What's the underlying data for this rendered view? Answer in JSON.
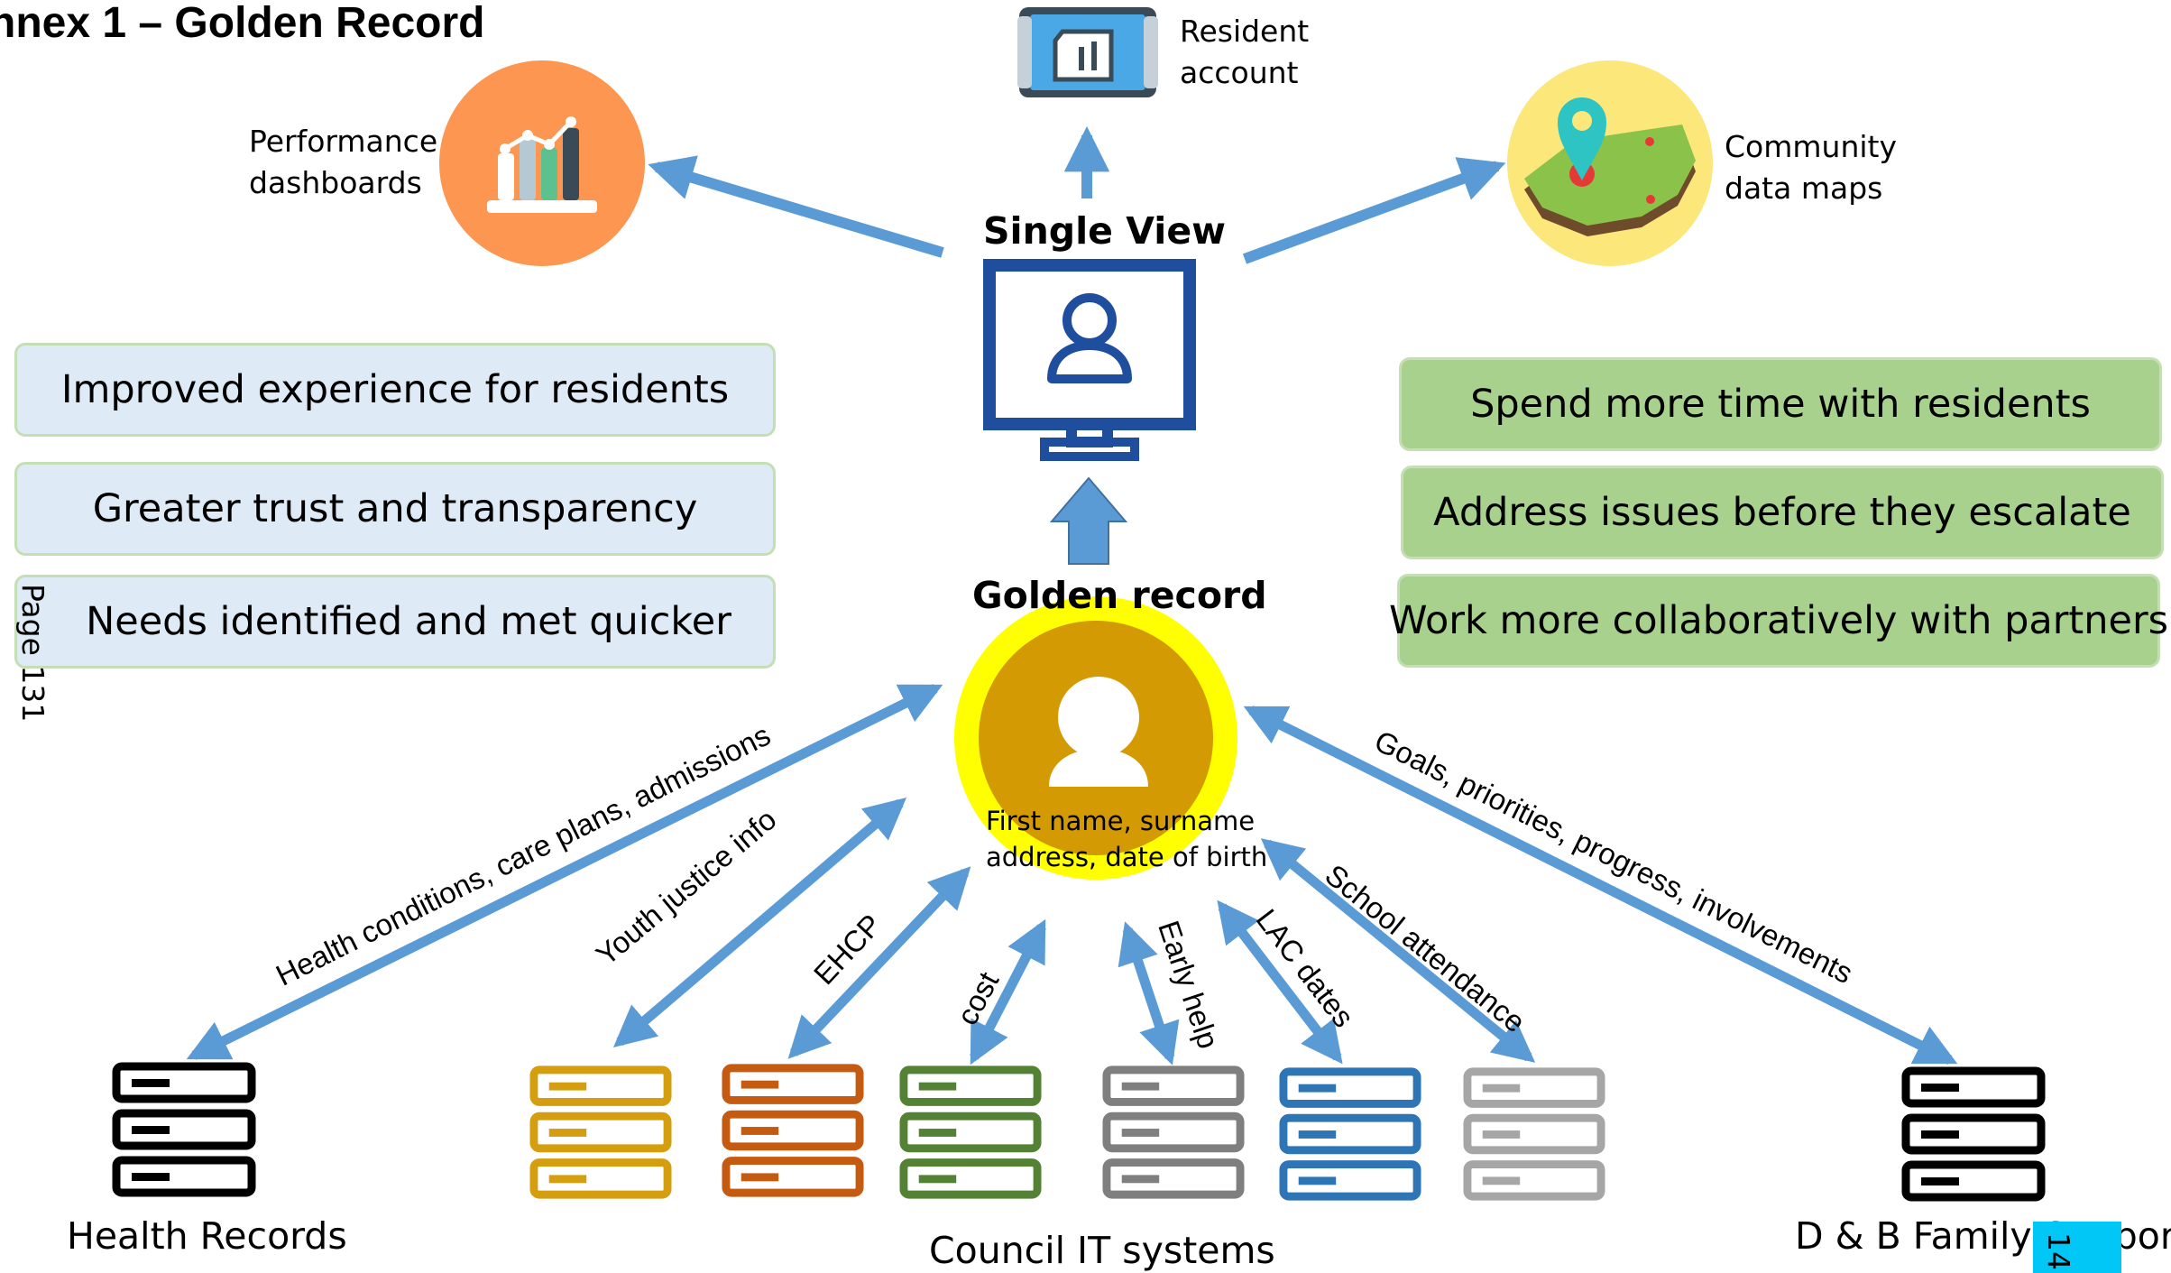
{
  "title": "nnex 1 – Golden Record",
  "outputs": {
    "performance": {
      "line1": "Performance",
      "line2": "dashboards",
      "icon": "bar-chart-icon"
    },
    "resident": {
      "line1": "Resident",
      "line2": "account",
      "icon": "document-icon"
    },
    "community": {
      "line1": "Community",
      "line2": "data maps",
      "icon": "map-pin-icon"
    }
  },
  "single_view": {
    "heading": "Single View",
    "icon": "monitor-user-icon"
  },
  "golden_record": {
    "heading": "Golden record",
    "line1": "First name, surname",
    "line2": "address, date of birth",
    "icon": "person-icon"
  },
  "benefits_left": [
    "Improved experience for residents",
    "Greater trust and transparency",
    "Needs identified and met quicker"
  ],
  "benefits_right": [
    "Spend more time with residents",
    "Address issues before they escalate",
    "Work more collaboratively with partners"
  ],
  "page_label": "Page 131",
  "flows": [
    "Health conditions, care plans, admissions",
    "Youth justice info",
    "EHCP",
    "cost",
    "Early help",
    "LAC dates",
    "School attendance",
    "Goals, priorities, progress, involvements"
  ],
  "sources": {
    "health": "Health Records",
    "council": "Council IT systems",
    "family": "D & B Family Support",
    "page_number": "14"
  },
  "colors": {
    "arrow": "#5b9bd5",
    "orange_circle": "#fd9650",
    "yellow_circle": "#fbe77a",
    "gold": "#d39a04",
    "ring": "#ffff00",
    "monitor": "#1f4e9e",
    "server_black": "#000000",
    "server_gold": "#d59e0e",
    "server_orange": "#c55a11",
    "server_green": "#548235",
    "server_grey": "#7f7f7f",
    "server_blue": "#2e75b6",
    "server_light": "#a6a6a6"
  }
}
